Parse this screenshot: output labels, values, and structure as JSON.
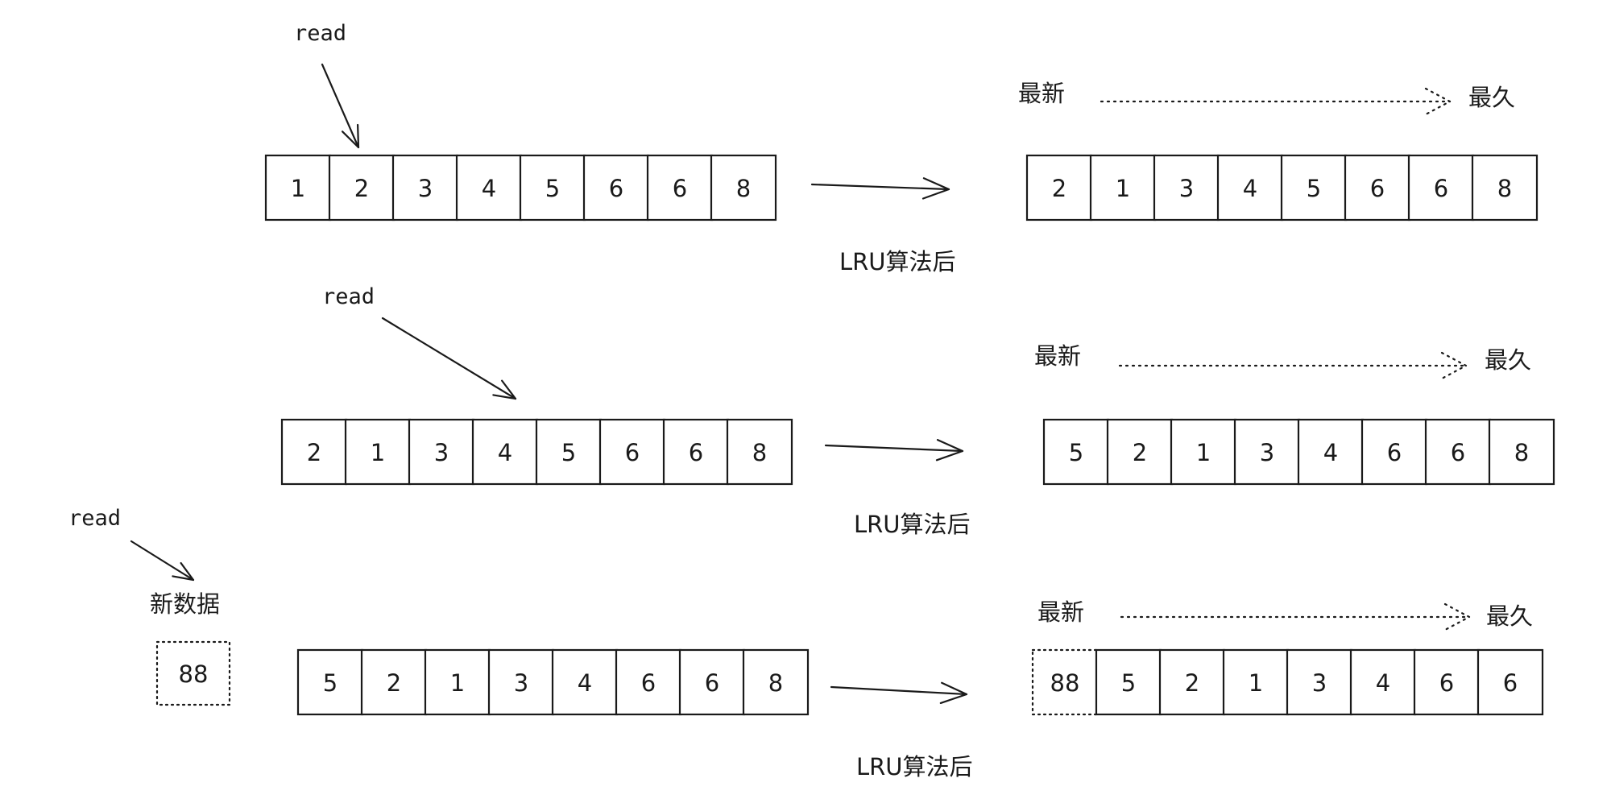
{
  "read_label": "read",
  "after_label": "LRU算法后",
  "newest_label": "最新",
  "oldest_label": "最久",
  "new_data_label": "新数据",
  "new_value": "88",
  "rows": [
    {
      "before": [
        "1",
        "2",
        "3",
        "4",
        "5",
        "6",
        "6",
        "8"
      ],
      "read_index": 1,
      "after": [
        "2",
        "1",
        "3",
        "4",
        "5",
        "6",
        "6",
        "8"
      ]
    },
    {
      "before": [
        "2",
        "1",
        "3",
        "4",
        "5",
        "6",
        "6",
        "8"
      ],
      "read_index": 3,
      "after": [
        "5",
        "2",
        "1",
        "3",
        "4",
        "6",
        "6",
        "8"
      ]
    },
    {
      "before": [
        "5",
        "2",
        "1",
        "3",
        "4",
        "6",
        "6",
        "8"
      ],
      "read_index": null,
      "after": [
        "88",
        "5",
        "2",
        "1",
        "3",
        "4",
        "6",
        "6"
      ]
    }
  ]
}
